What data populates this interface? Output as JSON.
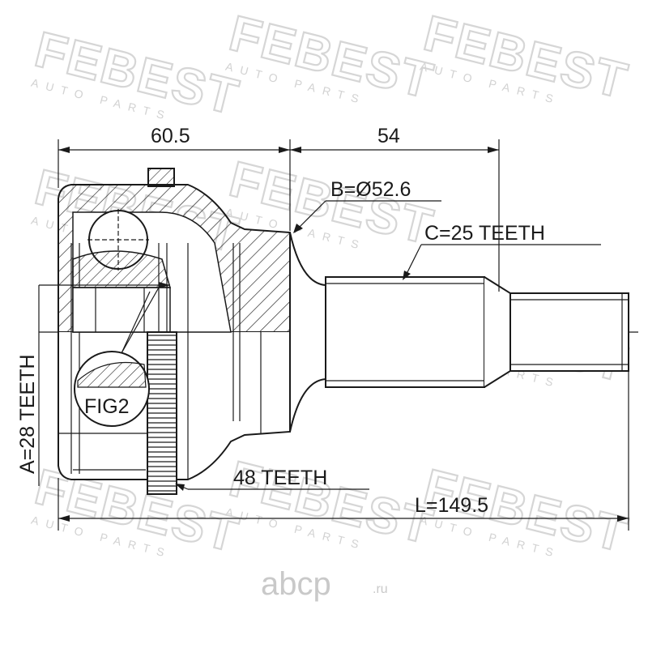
{
  "watermark": {
    "brand": "FEBEST",
    "sub": "AUTO PARTS"
  },
  "dimensions": {
    "top_left": "60.5",
    "top_right": "54",
    "outer_diameter": "B=Ø52.6",
    "outer_spline": "C=25 TEETH",
    "inner_spline": "A=28 TEETH",
    "abs_ring": "48 TEETH",
    "total_length": "L=149.5",
    "figure_label": "FIG2"
  },
  "site_mark": {
    "name": "abcp",
    "tld": ".ru"
  }
}
